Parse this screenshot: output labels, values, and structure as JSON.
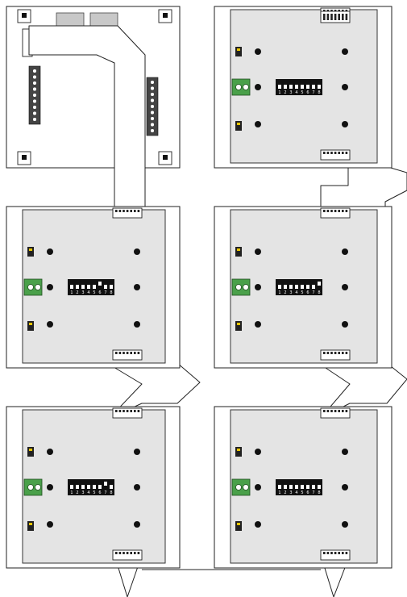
{
  "diagram": {
    "description_visible_text": "",
    "colors": {
      "panel_fill": "#e4e4e4",
      "terminal_green": "#4aa04a",
      "jumper_yellow": "#e8c500",
      "outline": "#222222"
    },
    "dip_switch_numbers": [
      "1",
      "2",
      "3",
      "4",
      "5",
      "6",
      "7",
      "8"
    ],
    "boards": [
      {
        "id": "expansion-1",
        "dip_on": [
          1,
          2,
          3,
          4,
          5,
          6,
          7,
          8
        ]
      },
      {
        "id": "expansion-2",
        "dip_on": [
          1,
          2,
          3,
          4,
          5,
          7,
          8
        ]
      },
      {
        "id": "expansion-3",
        "dip_on": [
          1,
          2,
          3,
          4,
          5,
          6,
          7
        ]
      },
      {
        "id": "expansion-4",
        "dip_on": [
          1,
          2,
          3,
          4,
          5,
          6,
          8
        ]
      },
      {
        "id": "expansion-5",
        "dip_on": [
          1,
          2,
          3,
          4,
          5,
          6,
          7,
          8
        ]
      }
    ],
    "icons": [
      "mount-hole-icon",
      "jumper-icon",
      "terminal-block-icon",
      "dip-switch-icon",
      "ribbon-connector-icon",
      "ribbon-cable-icon"
    ]
  }
}
